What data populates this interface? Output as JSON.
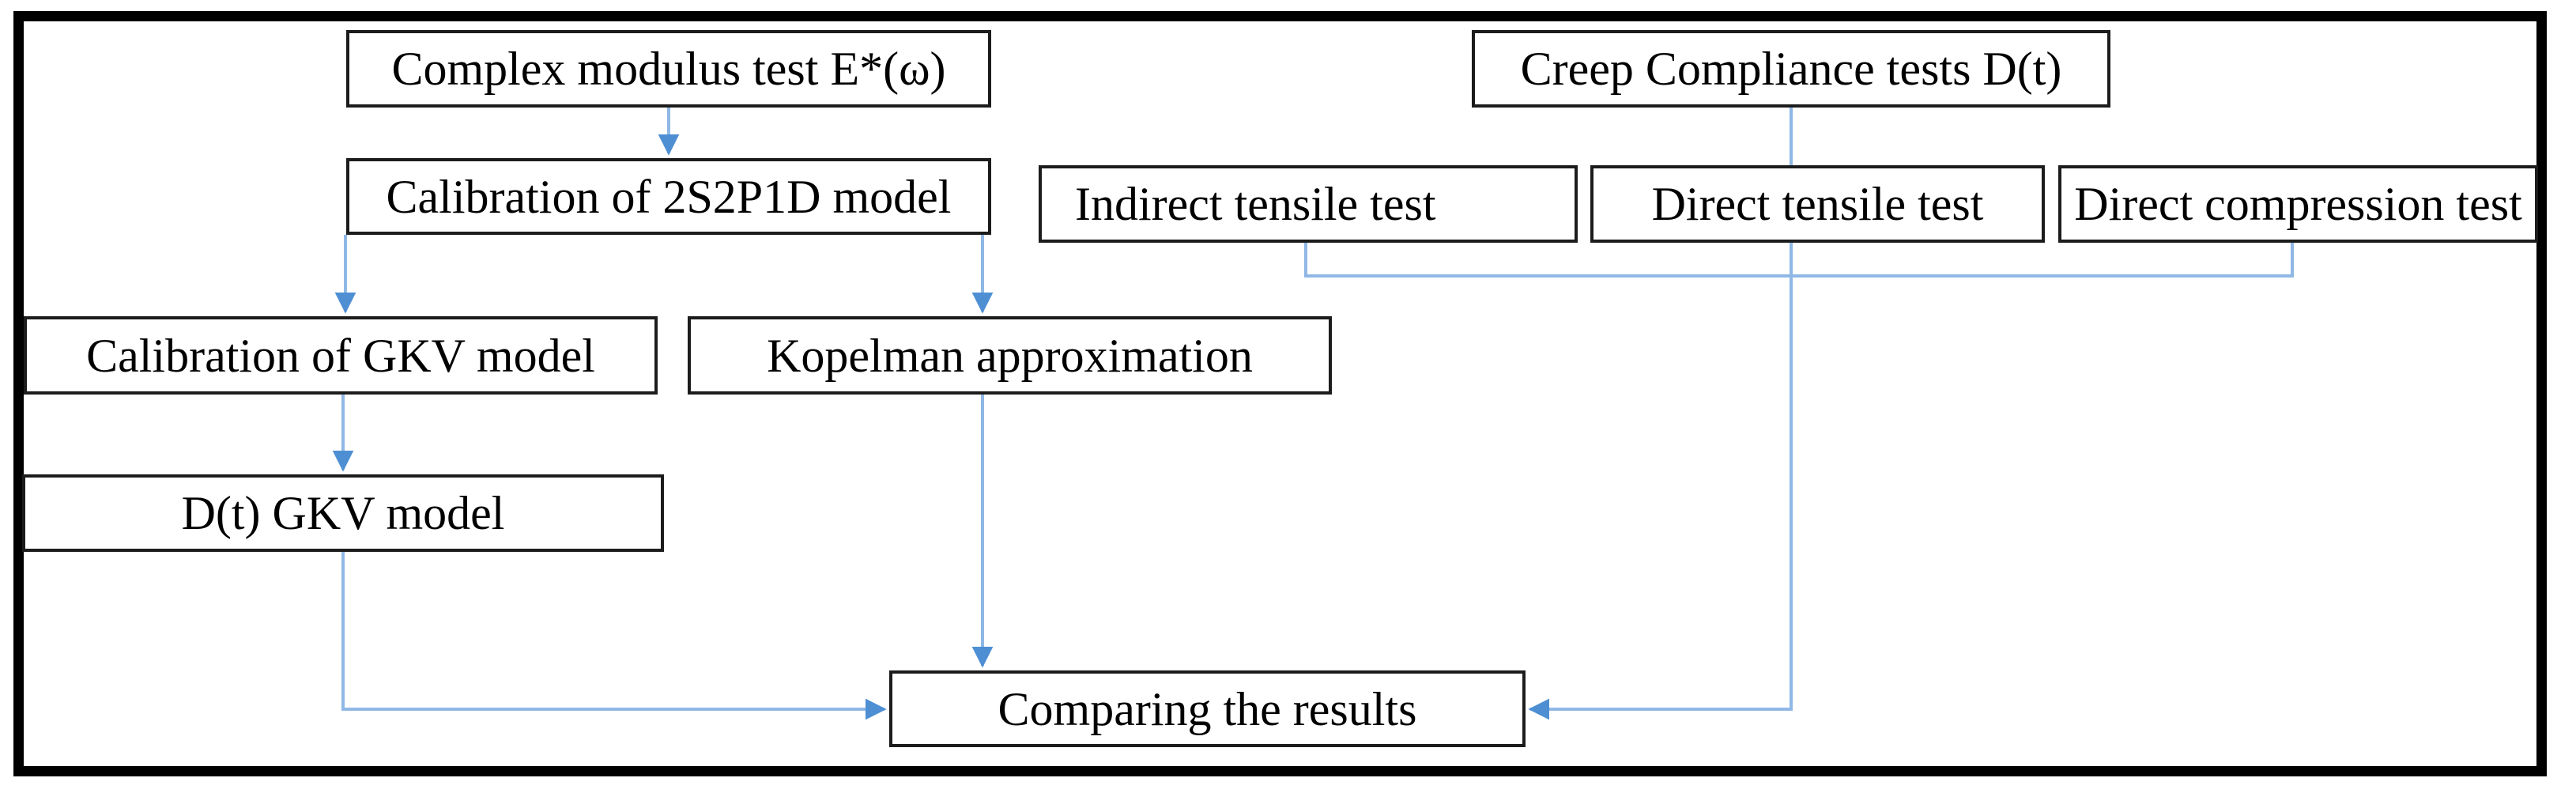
{
  "figure": {
    "type": "flowchart",
    "background": "#ffffff",
    "colors": {
      "frame_border": "#000000",
      "box_border": "#1c1c1c",
      "box_fill": "#ffffff",
      "text": "#000000",
      "connector_line": "#8fb8e6",
      "arrowhead": "#4e8fd4"
    },
    "nodes": {
      "complex_modulus": {
        "label": "Complex modulus test E*(ω)"
      },
      "calibration_2s2p1d": {
        "label": "Calibration of 2S2P1D model"
      },
      "creep_compliance": {
        "label": "Creep Compliance tests D(t)"
      },
      "indirect_tensile": {
        "label": "Indirect tensile test"
      },
      "direct_tensile": {
        "label": "Direct tensile test"
      },
      "direct_compression": {
        "label": "Direct compression test"
      },
      "calibration_gkv": {
        "label": "Calibration of GKV model"
      },
      "kopelman": {
        "label": "Kopelman approximation"
      },
      "dt_gkv": {
        "label": "D(t) GKV model"
      },
      "comparing": {
        "label": "Comparing the results"
      }
    },
    "edges": [
      {
        "from": "complex_modulus",
        "to": "calibration_2s2p1d",
        "arrow": true
      },
      {
        "from": "calibration_2s2p1d",
        "to": "calibration_gkv",
        "arrow": true
      },
      {
        "from": "calibration_2s2p1d",
        "to": "kopelman",
        "arrow": true
      },
      {
        "from": "calibration_gkv",
        "to": "dt_gkv",
        "arrow": true
      },
      {
        "from": "kopelman",
        "to": "comparing",
        "arrow": true
      },
      {
        "from": "dt_gkv",
        "to": "comparing",
        "arrow": true
      },
      {
        "from": "creep_compliance",
        "to": "comparing",
        "arrow": true,
        "via": "passes through direct_tensile and tests junction"
      },
      {
        "from": "indirect_tensile",
        "to": "tests_junction",
        "arrow": false
      },
      {
        "from": "direct_compression",
        "to": "tests_junction",
        "arrow": false
      }
    ]
  }
}
